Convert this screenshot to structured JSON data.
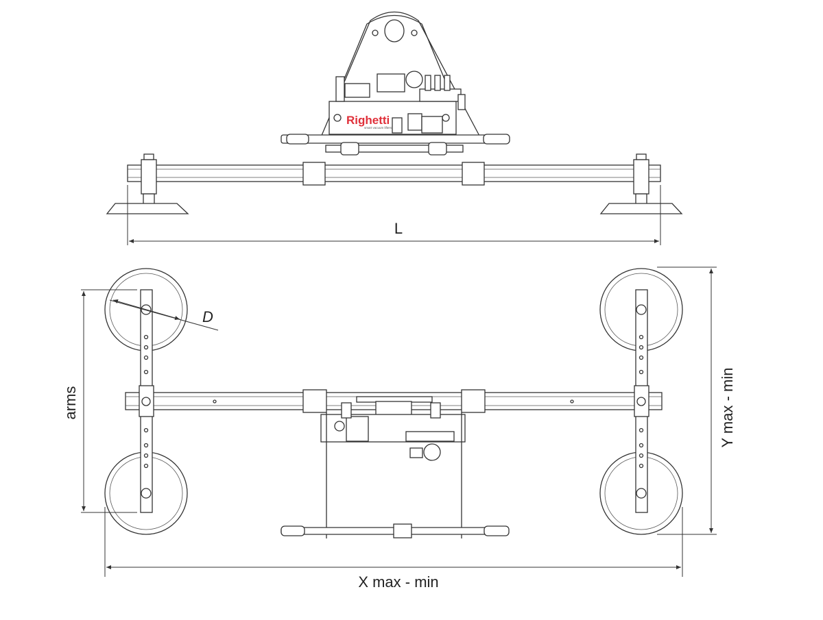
{
  "brand": {
    "name": "Righetti",
    "tagline": "smart vacuum lifters",
    "color": "#e0303a"
  },
  "dimensions": {
    "length": "L",
    "diameter": "D",
    "arms": "arms",
    "x_range": "X max - min",
    "y_range": "Y max - min"
  }
}
